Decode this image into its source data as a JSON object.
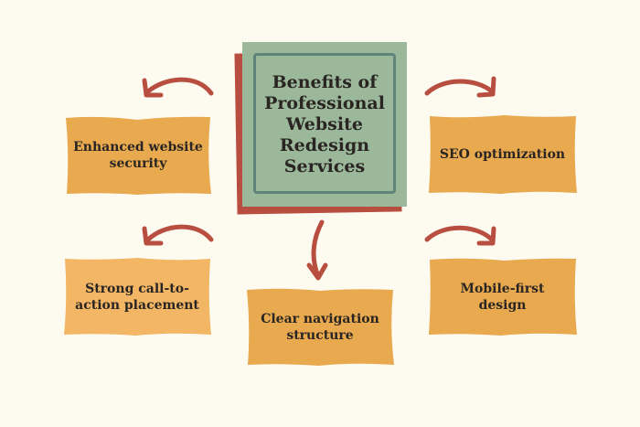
{
  "title": "Benefits of Professional Website Redesign Services",
  "items": [
    {
      "label": "Enhanced website security"
    },
    {
      "label": "SEO optimization"
    },
    {
      "label": "Strong call-to-action placement"
    },
    {
      "label": "Clear navigation structure"
    },
    {
      "label": "Mobile-first design"
    }
  ],
  "colors": {
    "background": "#fdfaf0",
    "center": "#9cb89b",
    "center_border": "#5f8479",
    "shadow": "#b84e3f",
    "box": "#e8a94f",
    "box_light": "#f2b665",
    "arrow": "#b84e3f"
  }
}
